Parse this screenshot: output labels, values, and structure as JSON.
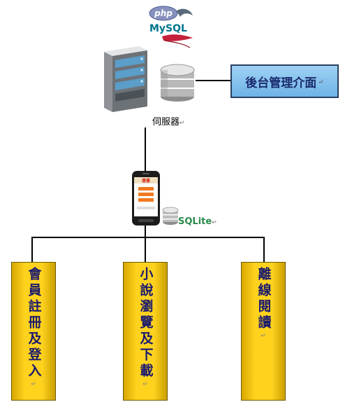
{
  "logos": {
    "php": "php",
    "mysql": "MySQL"
  },
  "admin_interface": "後台管理介面",
  "server_label": "伺服器",
  "sqlite_label": "SQLite",
  "phone": {
    "screen_title": "億書"
  },
  "features": [
    {
      "label": "會員註冊及登入"
    },
    {
      "label": "小說瀏覽及下載"
    },
    {
      "label": "離線閱讀"
    }
  ],
  "colors": {
    "admin_box": "#7fc0ec",
    "feature_box": "#ffd21e",
    "feature_text": "#1a1a6e",
    "sqlite_text": "#2a8a4a"
  }
}
